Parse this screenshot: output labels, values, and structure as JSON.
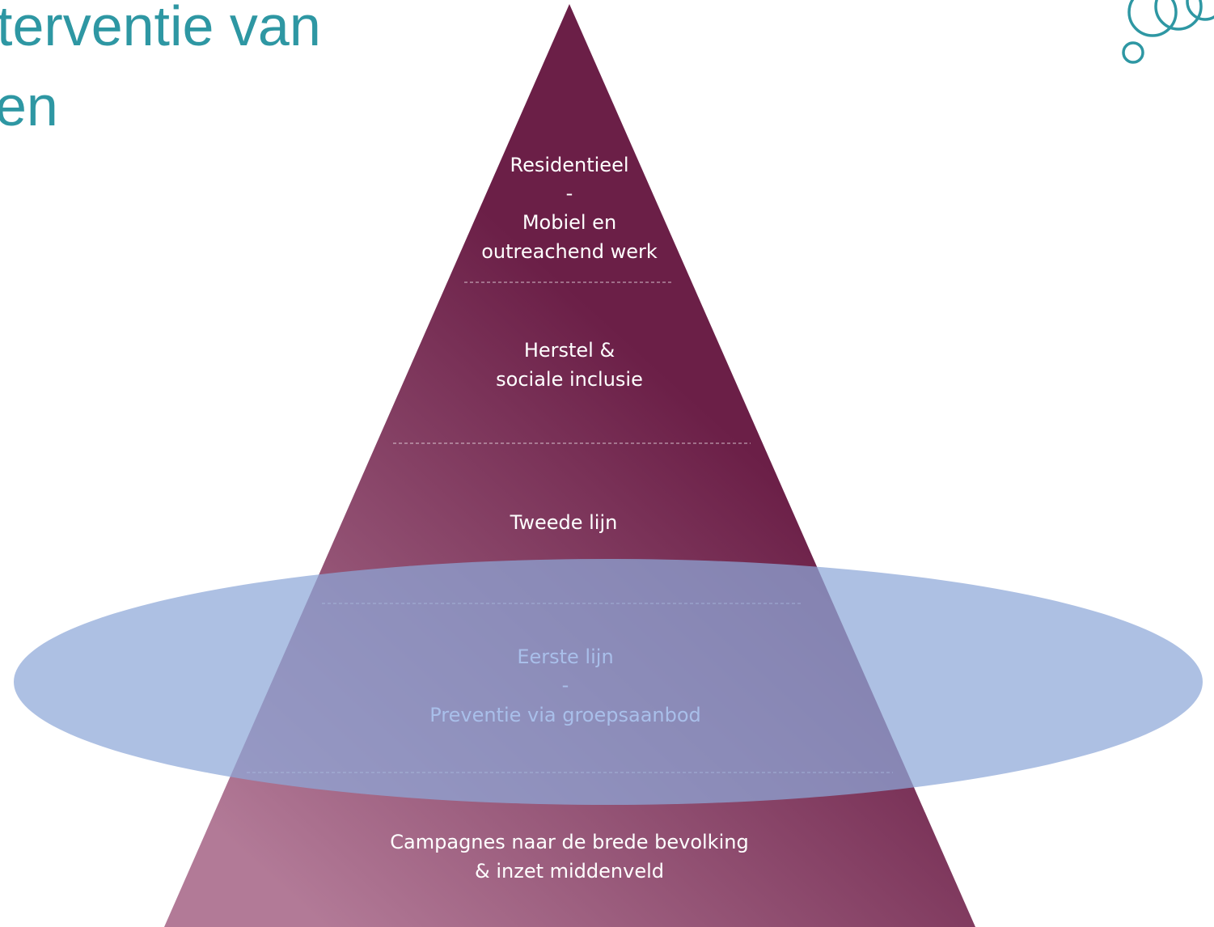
{
  "title": {
    "line1": "terventie van",
    "line2": "en"
  },
  "pyramid": {
    "levels": [
      {
        "id": "top",
        "lines": [
          "Residentieel",
          "-",
          "Mobiel en",
          "outreachend werk"
        ]
      },
      {
        "id": "herstel",
        "lines": [
          "Herstel &",
          "sociale inclusie"
        ]
      },
      {
        "id": "tweede",
        "lines": [
          "Tweede lijn"
        ]
      },
      {
        "id": "eerste",
        "lines": [
          "Eerste lijn",
          "-",
          "Preventie via groepsaanbod"
        ]
      },
      {
        "id": "campagnes",
        "lines": [
          "Campagnes naar de brede bevolking",
          "& inzet middenveld"
        ]
      }
    ]
  },
  "colors": {
    "title": "#2E97A3",
    "pyramid_top": "#6B1F47",
    "pyramid_bottom": "#B27A97",
    "ellipse": "#8EA7D8",
    "label_light": "#FFFFFF",
    "label_in_ellipse": "#A9BFEA",
    "logo": "#2E97A3"
  },
  "icons": {
    "logo": "bubbles-logo-icon"
  }
}
